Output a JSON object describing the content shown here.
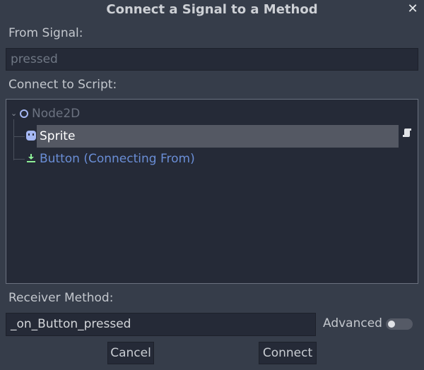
{
  "dialog": {
    "title": "Connect a Signal to a Method",
    "close_icon": "close-icon"
  },
  "from_signal": {
    "label": "From Signal:",
    "value": "pressed"
  },
  "connect_to_script": {
    "label": "Connect to Script:",
    "tree": [
      {
        "label": "Node2D",
        "icon": "node2d-ring-icon",
        "expanded": true,
        "dimmed": true
      },
      {
        "label": "Sprite",
        "icon": "sprite-icon",
        "selected": true,
        "has_script": true
      },
      {
        "label": "Button (Connecting From)",
        "icon": "button-icon",
        "highlight_color": "#6a8ed6"
      }
    ]
  },
  "receiver_method": {
    "label": "Receiver Method:",
    "value": "_on_Button_pressed"
  },
  "advanced": {
    "label": "Advanced",
    "enabled": false
  },
  "buttons": {
    "cancel": "Cancel",
    "connect": "Connect"
  },
  "colors": {
    "background": "#363d4a",
    "field_bg": "#252a37",
    "selected_row": "#545863",
    "accent_blue": "#6a8ed6",
    "node_icon": "#a5b7f3",
    "button_icon": "#8eef97"
  }
}
